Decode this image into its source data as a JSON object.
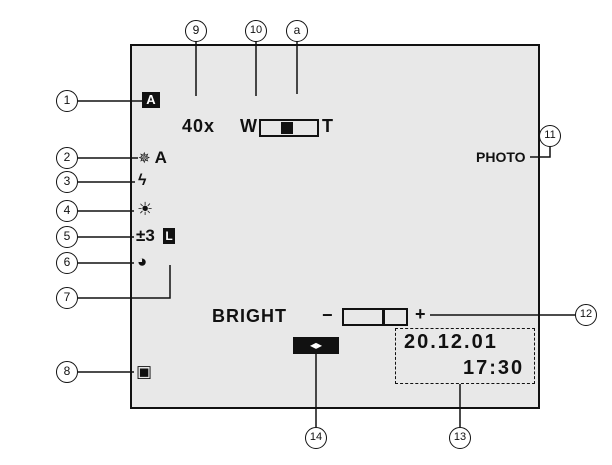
{
  "callouts": {
    "c1": "1",
    "c2": "2",
    "c3": "3",
    "c4": "4",
    "c5": "5",
    "c6": "6",
    "c7": "7",
    "c8": "8",
    "c9": "9",
    "c10": "10",
    "ca": "a",
    "c11": "11",
    "c12": "12",
    "c13": "13",
    "c14": "14"
  },
  "osd": {
    "auto_mode": "A",
    "zoom_ratio": "40x",
    "zoom_wide": "W",
    "zoom_tele": "T",
    "zoom_level": 0.45,
    "white_balance_suffix": "A",
    "exposure": "±3",
    "exposure_lock": "L",
    "photo": "PHOTO",
    "bright_label": "BRIGHT",
    "bright_minus": "−",
    "bright_plus": "+",
    "bright_level": 0.65,
    "date": "20.12.01",
    "time": "17:30"
  },
  "icons": [
    "auto-mode-icon",
    "white-balance-icon",
    "flash-icon",
    "sunlight-icon",
    "exposure-lock-icon",
    "program-ae-icon",
    "stabilizer-icon",
    "wipe-fader-icon"
  ]
}
